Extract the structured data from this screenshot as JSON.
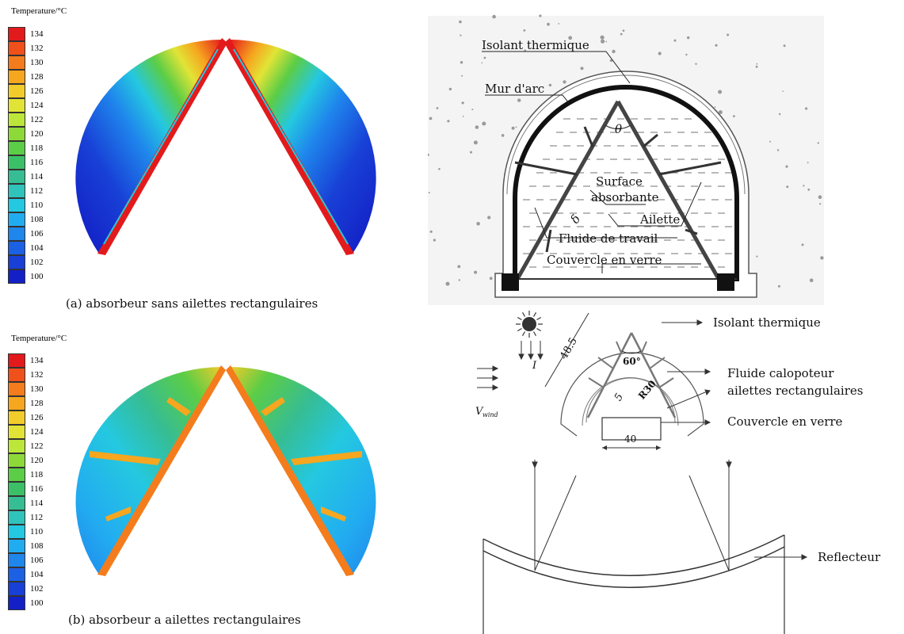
{
  "legend_title": "Temperature/°C",
  "legend_levels": [
    "134",
    "132",
    "130",
    "128",
    "126",
    "124",
    "122",
    "120",
    "118",
    "116",
    "114",
    "112",
    "110",
    "108",
    "106",
    "104",
    "102",
    "100"
  ],
  "legend_colors": [
    "#e31a1c",
    "#f0501a",
    "#f47c1c",
    "#f6a61f",
    "#f2cc2a",
    "#e1e436",
    "#bde63a",
    "#8ed93a",
    "#5ccd46",
    "#3cc067",
    "#36bd93",
    "#2fc3bc",
    "#24c8e0",
    "#22acf0",
    "#1f86ec",
    "#1c60e4",
    "#1840d6",
    "#1320c6"
  ],
  "panel_a": {
    "caption": "(a) absorbeur sans ailettes rectangulaires"
  },
  "panel_b": {
    "caption": "(b) absorbeur a ailettes rectangulaires"
  },
  "diagram_top": {
    "labels": {
      "isolant": "Isolant thermique",
      "mur": "Mur d'arc",
      "theta": "θ",
      "delta": "δ",
      "surface_1": "Surface",
      "surface_2": "absorbante",
      "ailette": "Ailette",
      "fluide": "Fluide de travail",
      "couvercle": "Couvercle en verre"
    }
  },
  "diagram_bottom": {
    "labels": {
      "isolant": "Isolant thermique",
      "fluide": "Fluide calopoteur",
      "ailettes": "ailettes rectangulaires",
      "couvercle": "Couvercle en verre",
      "reflecteur": "Reflecteur",
      "dim_48": "48.5",
      "angle_60": "60°",
      "dim_5": "5",
      "dim_r30": "R30",
      "dim_40": "40",
      "irradiance": "I",
      "wind": "V",
      "wind_sub": "wind"
    }
  }
}
